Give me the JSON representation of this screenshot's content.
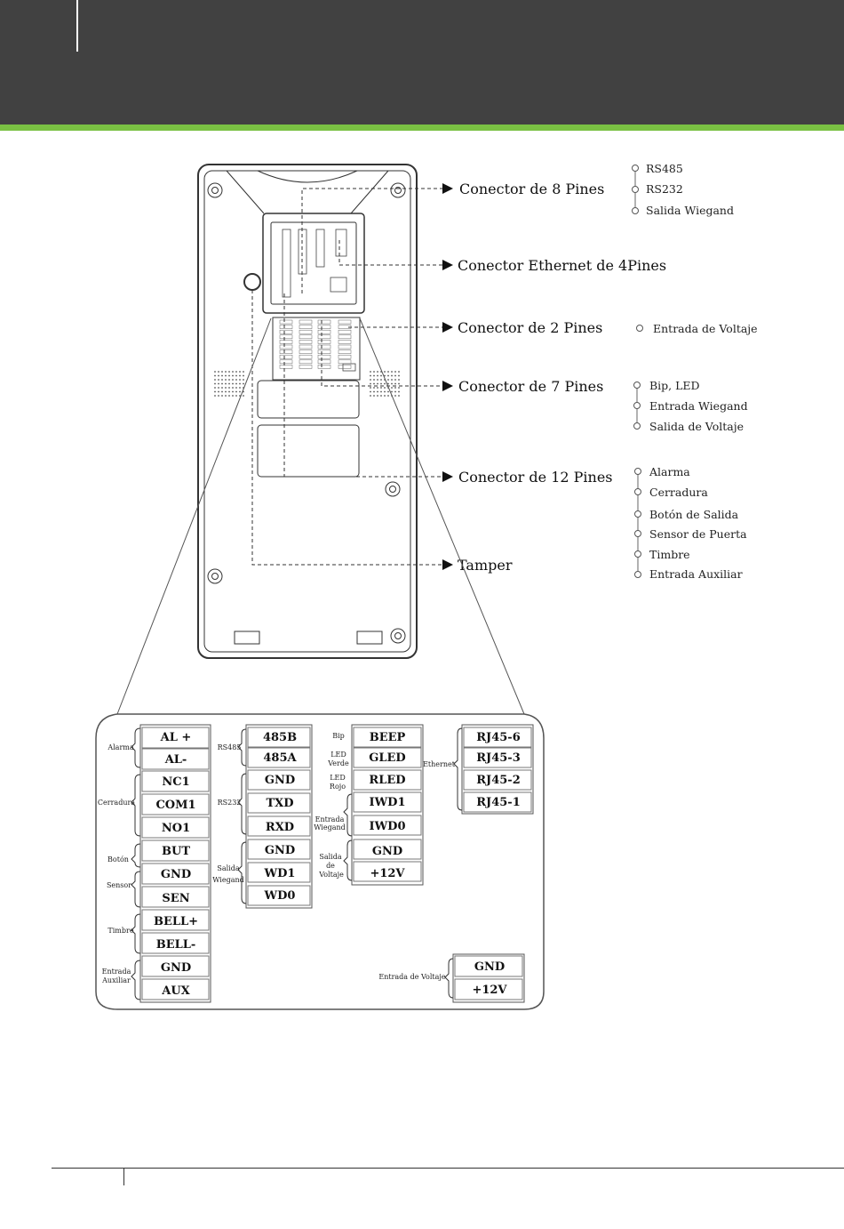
{
  "connectors": [
    {
      "label": "Conector de 8 Pines",
      "features": [
        "RS485",
        "RS232",
        "Salida Wiegand"
      ]
    },
    {
      "label": "Conector Ethernet de 4Pines",
      "features": []
    },
    {
      "label": "Conector de 2 Pines",
      "features": [
        "Entrada de Voltaje"
      ]
    },
    {
      "label": "Conector de 7 Pines",
      "features": [
        "Bip, LED",
        "Entrada Wiegand",
        "Salida de Voltaje"
      ]
    },
    {
      "label": "Conector de 12 Pines",
      "features": [
        "Alarma",
        "Cerradura",
        "Botón de Salida",
        "Sensor de Puerta",
        "Timbre",
        "Entrada Auxiliar"
      ]
    },
    {
      "label": "Tamper",
      "features": []
    }
  ],
  "blocks": {
    "twelve_pin": {
      "pins": [
        "AL +",
        "AL-",
        "NC1",
        "COM1",
        "NO1",
        "BUT",
        "GND",
        "SEN",
        "BELL+",
        "BELL-",
        "GND",
        "AUX"
      ],
      "groups": [
        "Alarma",
        "Cerradura",
        "Botón",
        "Sensor",
        "Timbre",
        "Entrada",
        "Auxiliar"
      ]
    },
    "eight_pin": {
      "pins": [
        "485B",
        "485A",
        "GND",
        "TXD",
        "RXD",
        "GND",
        "WD1",
        "WD0"
      ],
      "groups": [
        "RS485",
        "RS232",
        "Salida",
        "Wiegand"
      ]
    },
    "seven_pin": {
      "pins": [
        "BEEP",
        "GLED",
        "RLED",
        "IWD1",
        "IWD0",
        "GND",
        "+12V"
      ],
      "groups": [
        "Bip",
        "LED",
        "Verde",
        "LED",
        "Rojo",
        "Entrada",
        "Wiegand",
        "Salida",
        "de",
        "Voltaje"
      ]
    },
    "ethernet": {
      "pins": [
        "RJ45-6",
        "RJ45-3",
        "RJ45-2",
        "RJ45-1"
      ],
      "group": "Ethernet"
    },
    "power": {
      "pins": [
        "GND",
        "+12V"
      ],
      "group": "Entrada de Voltaje"
    }
  }
}
